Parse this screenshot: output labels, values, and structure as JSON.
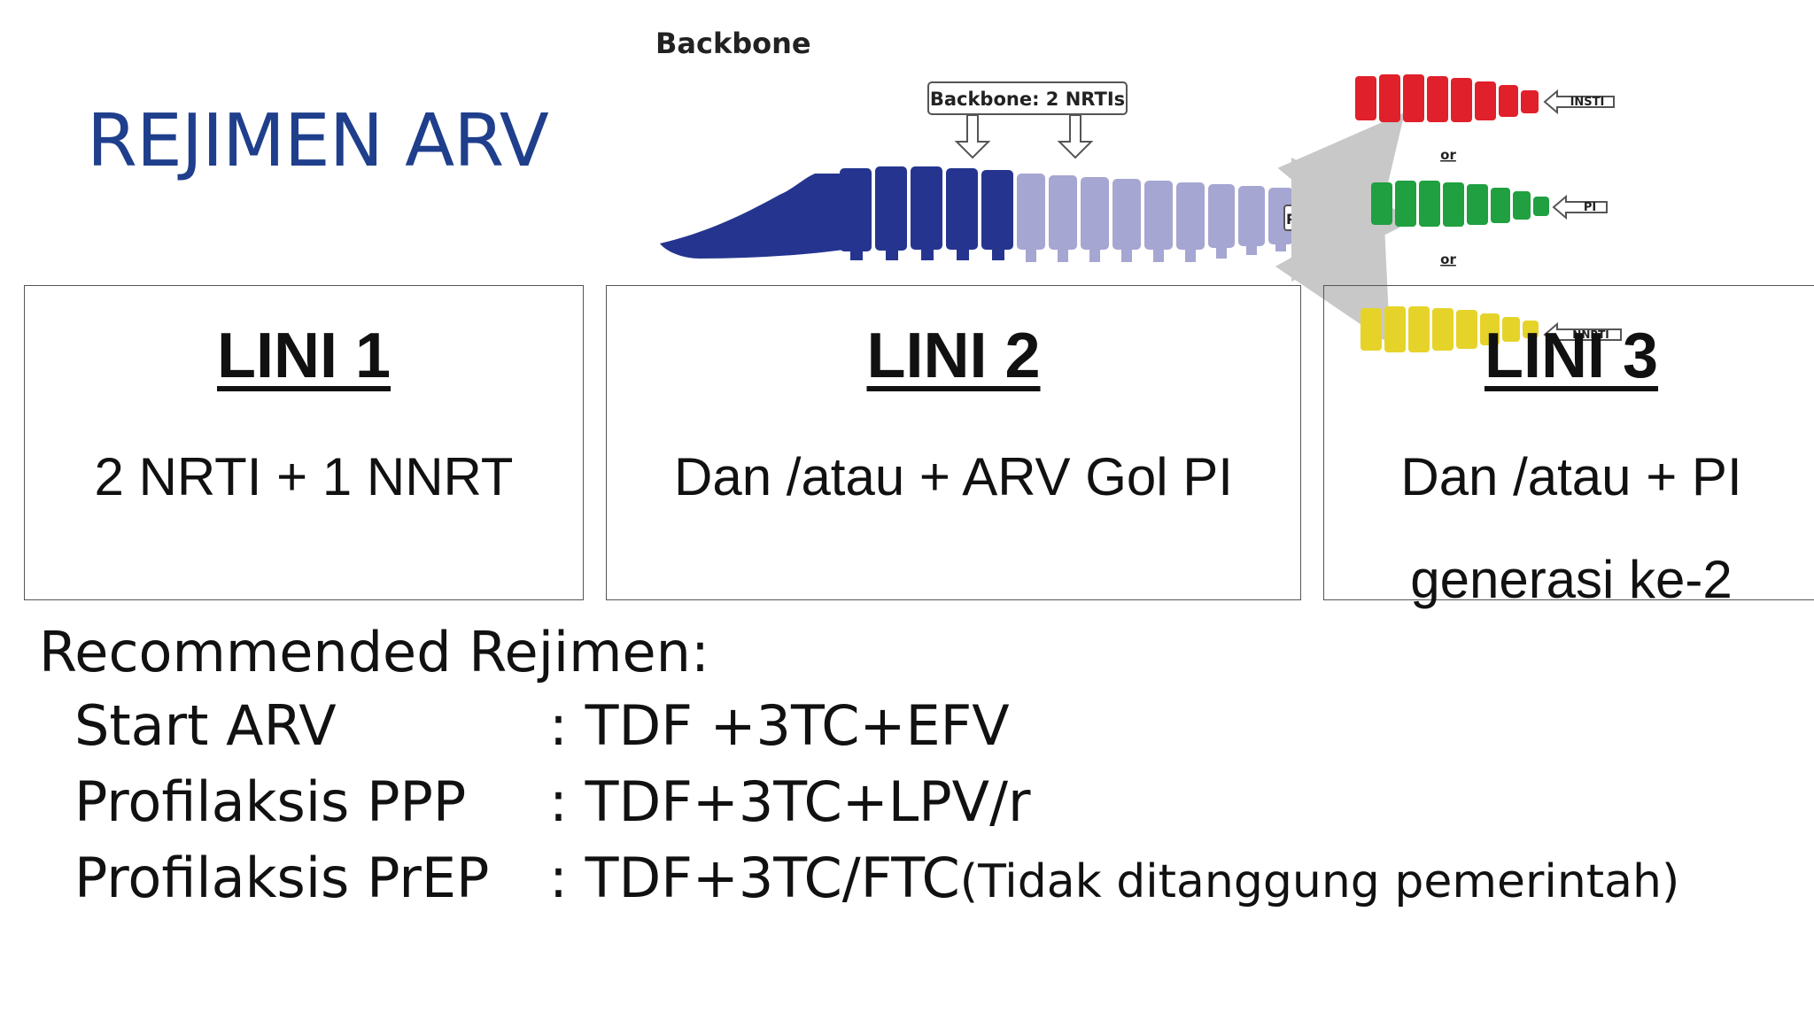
{
  "slide": {
    "title": "REJIMEN ARV"
  },
  "figure": {
    "heading": "Backbone",
    "backbone_callout": "Backbone: 2 NRTIs",
    "plus_label": "Plus",
    "or_label_1": "or",
    "or_label_2": "or",
    "insti_label": "INSTI",
    "pi_label": "PI",
    "nnrti_label": "NNRTI",
    "colors": {
      "backbone_dark": "#25358f",
      "backbone_light": "#a6a6d2",
      "insti": "#e0202a",
      "pi": "#20a040",
      "nnrti": "#e6d32a"
    }
  },
  "lines": [
    {
      "title": "LINI 1",
      "text": "2 NRTI + 1 NNRT",
      "text2": ""
    },
    {
      "title": "LINI 2",
      "text": "Dan /atau + ARV Gol  PI",
      "text2": ""
    },
    {
      "title": "LINI 3",
      "text": "Dan /atau + PI",
      "text2": "generasi ke-2"
    }
  ],
  "recommended": {
    "heading": "Recommended Rejimen:",
    "rows": [
      {
        "label": "Start ARV",
        "value": ": TDF +3TC+EFV",
        "note": ""
      },
      {
        "label": "Profilaksis PPP",
        "value": ": TDF+3TC+LPV/r",
        "note": ""
      },
      {
        "label": "Profilaksis PrEP",
        "value": ": TDF+3TC/FTC",
        "note": " (Tidak ditanggung pemerintah)"
      }
    ]
  }
}
